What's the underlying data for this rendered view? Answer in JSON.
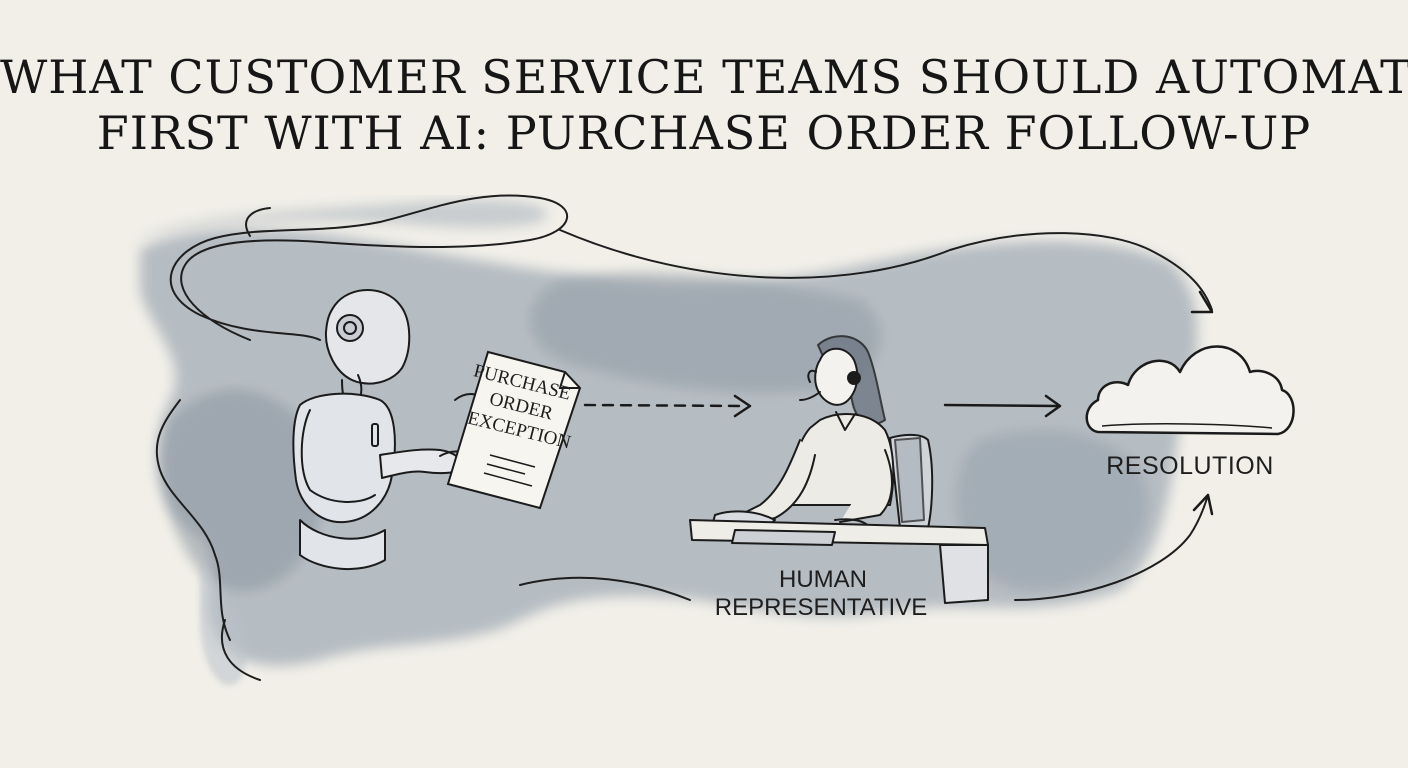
{
  "title": {
    "line1": "WHAT CUSTOMER SERVICE TEAMS SHOULD AUTOMATE",
    "line2": "FIRST WITH AI: PURCHASE ORDER FOLLOW-UP"
  },
  "document": {
    "line1": "PURCHASE",
    "line2": "ORDER",
    "line3": "EXCEPTION"
  },
  "labels": {
    "human_line1": "HUMAN",
    "human_line2": "REPRESENTATIVE",
    "resolution": "RESOLUTION"
  },
  "colors": {
    "background": "#f1efe8",
    "wash": "#8e9aa6",
    "ink": "#1c1c1c"
  },
  "icons": [
    "robot-figure",
    "document-icon",
    "human-representative-figure",
    "cloud-icon",
    "arrow-icon"
  ]
}
